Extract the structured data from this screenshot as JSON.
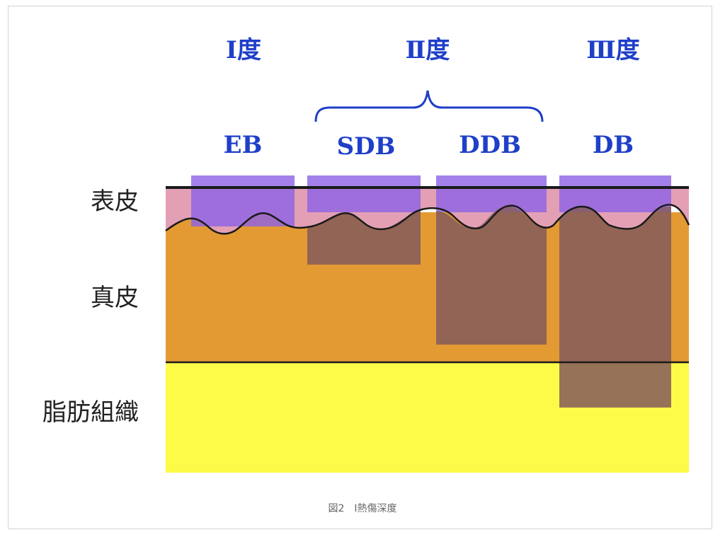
{
  "degrees": [
    {
      "key": "first",
      "label": "Ⅰ度"
    },
    {
      "key": "second",
      "label": "Ⅱ度"
    },
    {
      "key": "third",
      "label": "Ⅲ度"
    }
  ],
  "burn_types": [
    {
      "key": "eb",
      "label": "EB"
    },
    {
      "key": "sdb",
      "label": "SDB"
    },
    {
      "key": "ddb",
      "label": "DDB"
    },
    {
      "key": "db",
      "label": "DB"
    }
  ],
  "layers": [
    {
      "key": "epidermis",
      "label": "表皮"
    },
    {
      "key": "dermis",
      "label": "真皮"
    },
    {
      "key": "fat",
      "label": "脂肪組織"
    }
  ],
  "caption": "図2　Ⅰ熱傷深度",
  "colors": {
    "label_blue": "#1f3fc8",
    "epidermis_pink": "#e3a0b4",
    "dermis_orange": "#e39a33",
    "fat_yellow": "#fdfb48",
    "purple_overlay": "#8c62e6",
    "deep_overlay": "#845a5c",
    "line": "#1a1a1a"
  }
}
